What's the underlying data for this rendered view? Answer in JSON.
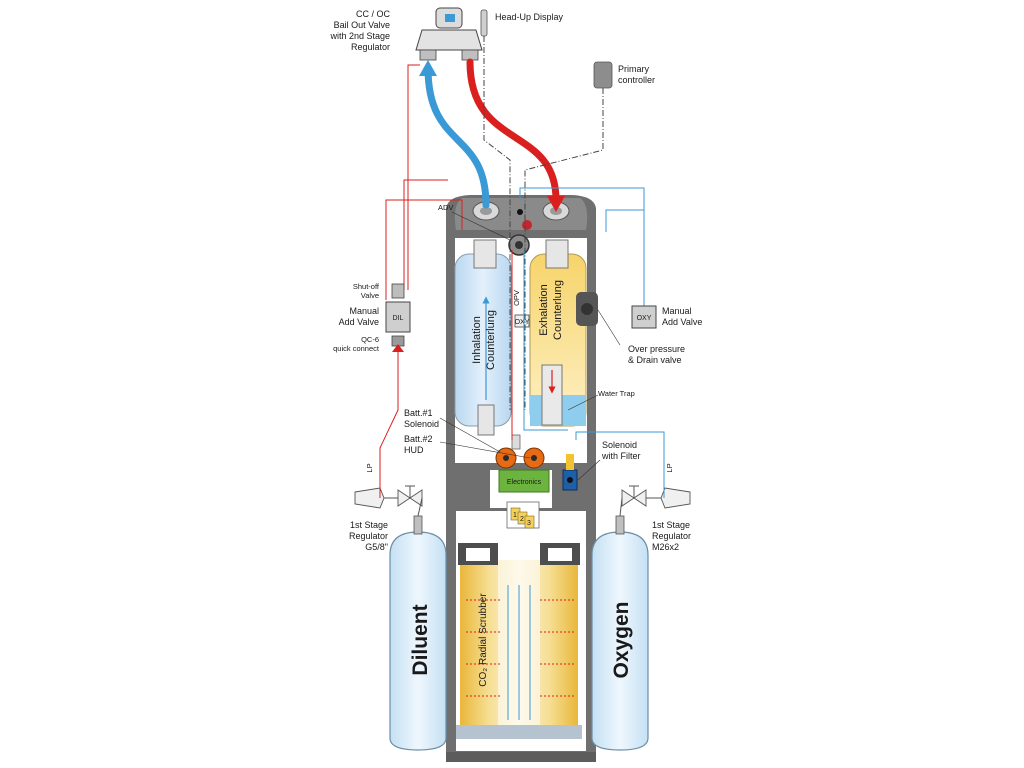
{
  "labels": {
    "bailout": [
      "CC / OC",
      "Bail Out Valve",
      "with 2nd Stage",
      "Regulator"
    ],
    "hud": "Head-Up Display",
    "primary_controller": [
      "Primary",
      "controller"
    ],
    "adv": "ADV",
    "shutoff": [
      "Shut-off",
      "Valve"
    ],
    "manual_add_left": [
      "Manual",
      "Add Valve"
    ],
    "qc6": [
      "QC-6",
      "quick connect"
    ],
    "dil": "DIL",
    "oxy": "OXY",
    "oxy_small": "OXY",
    "opv": "OPV",
    "manual_add_right": [
      "Manual",
      "Add Valve"
    ],
    "overpressure": [
      "Over pressure",
      "& Drain valve"
    ],
    "water_trap": "Water Trap",
    "inhalation": [
      "Inhalation",
      "Counterlung"
    ],
    "exhalation": [
      "Exhalation",
      "Counterlung"
    ],
    "batt1": [
      "Batt.#1",
      "Solenoid"
    ],
    "batt2": [
      "Batt.#2",
      "HUD"
    ],
    "solenoid_filter": [
      "Solenoid",
      "with Filter"
    ],
    "electronics": "Electronics",
    "sensor_numbers": [
      "1",
      "2",
      "3"
    ],
    "lp_left": "LP",
    "lp_right": "LP",
    "first_stage_left": [
      "1st Stage",
      "Regulator",
      "G5/8\""
    ],
    "first_stage_right": [
      "1st Stage",
      "Regulator",
      "M26x2"
    ],
    "diluent": "Diluent",
    "oxygen": "Oxygen",
    "scrubber": "CO₂ Radial Scrubber"
  },
  "colors": {
    "inhale_blue": "#3a9ad6",
    "exhale_red": "#d9201f",
    "housing_gray": "#6f6f6f",
    "counterlung_blue": "#cfe3f5",
    "counterlung_yellow": "#fbe6a2",
    "tank_blue": "#d8ebf8",
    "electronics_green": "#6cb33f",
    "battery_orange": "#e86a12",
    "water_blue": "#7fc6ee"
  }
}
